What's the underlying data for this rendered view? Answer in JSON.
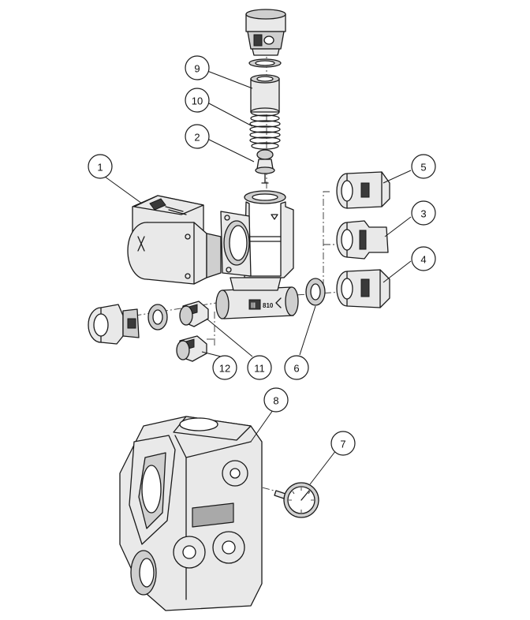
{
  "callouts": [
    {
      "id": "1",
      "label": "1"
    },
    {
      "id": "2",
      "label": "2"
    },
    {
      "id": "3",
      "label": "3"
    },
    {
      "id": "4",
      "label": "4"
    },
    {
      "id": "5",
      "label": "5"
    },
    {
      "id": "6",
      "label": "6"
    },
    {
      "id": "7",
      "label": "7"
    },
    {
      "id": "8",
      "label": "8"
    },
    {
      "id": "9",
      "label": "9"
    },
    {
      "id": "10",
      "label": "10"
    },
    {
      "id": "11",
      "label": "11"
    },
    {
      "id": "12",
      "label": "12"
    }
  ],
  "body_marking": "810",
  "colors": {
    "line": "#1a1a1a",
    "fill_light": "#e9e9e9",
    "fill_mid": "#cfcfcf",
    "fill_dark": "#3a3a3a"
  }
}
